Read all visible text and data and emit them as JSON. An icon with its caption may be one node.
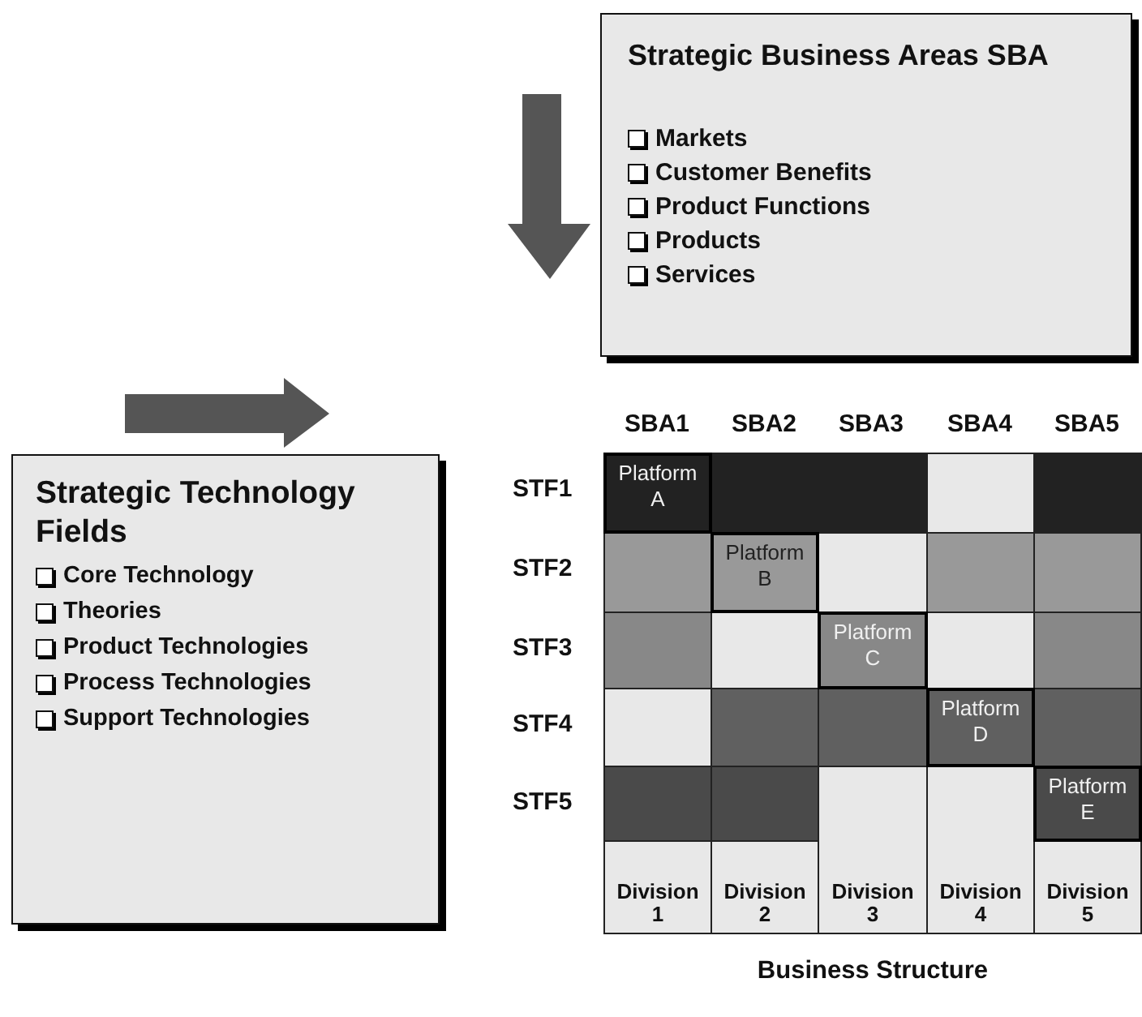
{
  "diagram": {
    "nodes": [
      {
        "text": [
          "Strategic Business Areas SBA",
          "Markets",
          "Customer Benefits",
          "Product Functions",
          "Products",
          "Services"
        ]
      },
      {
        "text": [
          "Strategic Technology Fields",
          "Core Technology",
          "Theories",
          "Product Technologies",
          "Process Technologies",
          "Support Technologies"
        ]
      },
      {
        "text": [
          "Platform A"
        ]
      },
      {
        "text": [],
        "shape": "box"
      },
      {
        "text": [],
        "shape": "box"
      },
      {
        "text": [],
        "shape": "box"
      },
      {
        "text": [],
        "shape": "box"
      },
      {
        "text": [],
        "shape": "box"
      },
      {
        "text": [
          "Platform B"
        ]
      },
      {
        "text": [],
        "shape": "box"
      },
      {
        "text": [],
        "shape": "box"
      },
      {
        "text": [],
        "shape": "box"
      },
      {
        "text": [],
        "shape": "box"
      },
      {
        "text": [],
        "shape": "box"
      },
      {
        "text": [
          "Platform C"
        ]
      },
      {
        "text": [],
        "shape": "box"
      },
      {
        "text": [],
        "shape": "box"
      },
      {
        "text": [],
        "shape": "box"
      },
      {
        "text": [],
        "shape": "box"
      },
      {
        "text": [],
        "shape": "box"
      },
      {
        "text": [
          "Platform D"
        ]
      },
      {
        "text": [],
        "shape": "box"
      },
      {
        "text": [],
        "shape": "box"
      },
      {
        "text": [],
        "shape": "box"
      },
      {
        "text": [
          "Division 3"
        ]
      },
      {
        "text": [
          "Division 4"
        ]
      },
      {
        "text": [
          "Platform E"
        ]
      },
      {
        "text": [
          "Division 1"
        ]
      },
      {
        "text": [
          "Division 2"
        ]
      },
      {
        "text": [
          "Division 5"
        ]
      }
    ],
    "labels": [
      "SBA1",
      "SBA2",
      "SBA3",
      "SBA4",
      "SBA5",
      "STF1",
      "STF2",
      "STF3",
      "STF4",
      "STF5",
      "Business Structure"
    ]
  }
}
